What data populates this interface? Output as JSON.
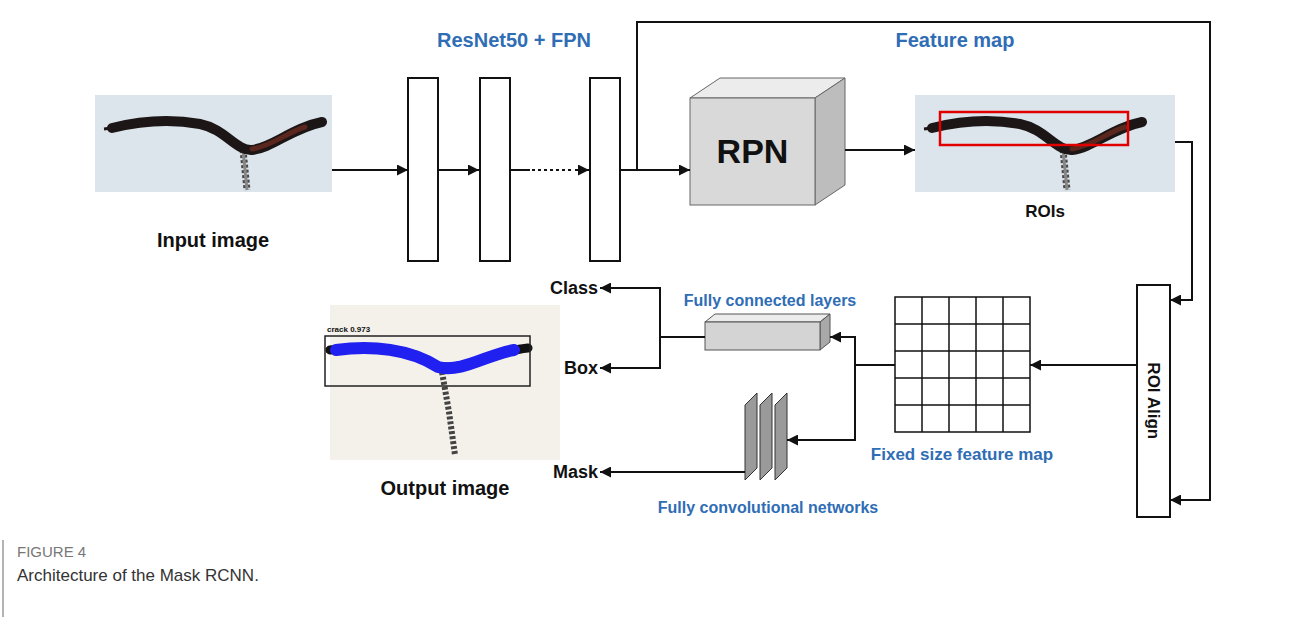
{
  "diagram": {
    "caption": "Architecture of the Mask RCNN.",
    "nodes": [
      {
        "text": [
          "Input image"
        ]
      },
      {
        "text": [
          "ResNet50 + FPN"
        ]
      },
      {
        "text": [
          "RPN"
        ]
      },
      {
        "text": [
          "ROIs"
        ]
      },
      {
        "text": [
          "ROI Align"
        ]
      },
      {
        "text": [
          "Fixed size feature map"
        ]
      },
      {
        "text": [
          "Fully connected layers"
        ]
      },
      {
        "text": [
          "Fully convolutional networks"
        ]
      },
      {
        "text": [
          "Class"
        ]
      },
      {
        "text": [
          "Box"
        ]
      },
      {
        "text": [
          "Mask"
        ]
      },
      {
        "text": [
          "Output image"
        ]
      }
    ],
    "edges": [
      {
        "from": 0,
        "to": 1,
        "arrow": "to"
      },
      {
        "from": 1,
        "to": 2,
        "arrow": "to"
      },
      {
        "from": 1,
        "to": 4,
        "arrow": "to",
        "label": "Feature map"
      },
      {
        "from": 2,
        "to": 3,
        "arrow": "to"
      },
      {
        "from": 3,
        "to": 4,
        "arrow": "to"
      },
      {
        "from": 4,
        "to": 5,
        "arrow": "to"
      },
      {
        "from": 5,
        "to": 6,
        "arrow": "to"
      },
      {
        "from": 5,
        "to": 7,
        "arrow": "to"
      },
      {
        "from": 6,
        "to": 8,
        "arrow": "to"
      },
      {
        "from": 6,
        "to": 9,
        "arrow": "to"
      },
      {
        "from": 7,
        "to": 10,
        "arrow": "to"
      }
    ],
    "labels": [
      "crack 0.973",
      "FIGURE 4"
    ]
  }
}
